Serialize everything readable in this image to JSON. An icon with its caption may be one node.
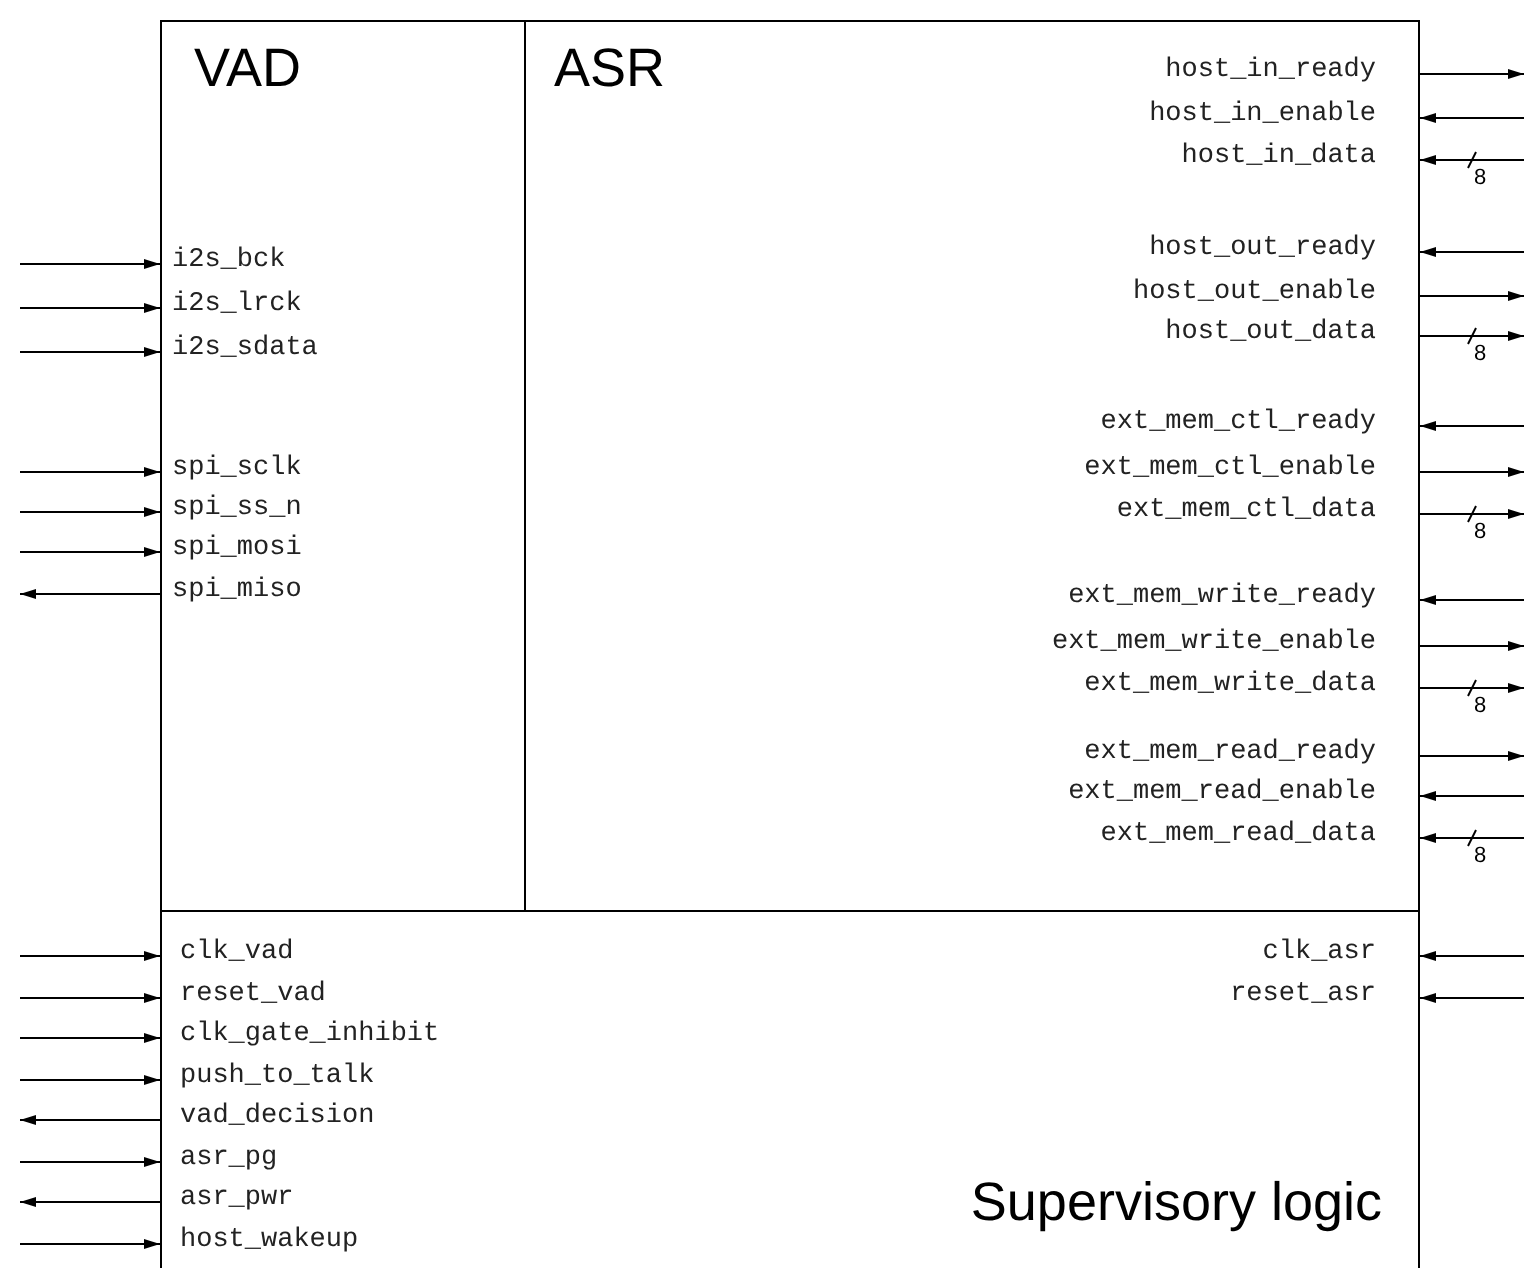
{
  "diagram": {
    "nodes": [
      {
        "text": [
          "VAD"
        ]
      },
      {
        "text": [
          "ASR"
        ]
      },
      {
        "text": [
          "Supervisory logic"
        ]
      }
    ],
    "edges": [
      {
        "from": null,
        "to": 0,
        "arrow": "to"
      },
      {
        "from": null,
        "to": 0,
        "arrow": "to"
      },
      {
        "from": null,
        "to": 0,
        "arrow": "to"
      },
      {
        "from": null,
        "to": 0,
        "arrow": "to"
      },
      {
        "from": null,
        "to": 0,
        "arrow": "to"
      },
      {
        "from": null,
        "to": 0,
        "arrow": "to"
      },
      {
        "from": 0,
        "to": null,
        "arrow": "to"
      },
      {
        "from": 1,
        "to": null,
        "arrow": "to"
      },
      {
        "from": null,
        "to": 1,
        "arrow": "to"
      },
      {
        "from": null,
        "to": 1,
        "arrow": "to",
        "label": "8"
      },
      {
        "from": null,
        "to": 1,
        "arrow": "to"
      },
      {
        "from": 1,
        "to": null,
        "arrow": "to"
      },
      {
        "from": 1,
        "to": null,
        "arrow": "to",
        "label": "8"
      },
      {
        "from": null,
        "to": 1,
        "arrow": "to"
      },
      {
        "from": 1,
        "to": null,
        "arrow": "to"
      },
      {
        "from": 1,
        "to": null,
        "arrow": "to",
        "label": "8"
      },
      {
        "from": null,
        "to": 1,
        "arrow": "to"
      },
      {
        "from": 1,
        "to": null,
        "arrow": "to"
      },
      {
        "from": 1,
        "to": null,
        "arrow": "to",
        "label": "8"
      },
      {
        "from": 1,
        "to": null,
        "arrow": "to"
      },
      {
        "from": null,
        "to": 1,
        "arrow": "to"
      },
      {
        "from": null,
        "to": 1,
        "arrow": "to",
        "label": "8"
      },
      {
        "from": null,
        "to": 2,
        "arrow": "to"
      },
      {
        "from": null,
        "to": 2,
        "arrow": "to"
      },
      {
        "from": null,
        "to": 2,
        "arrow": "to"
      },
      {
        "from": null,
        "to": 2,
        "arrow": "to"
      },
      {
        "from": 2,
        "to": null,
        "arrow": "to"
      },
      {
        "from": null,
        "to": 2,
        "arrow": "to"
      },
      {
        "from": 2,
        "to": null,
        "arrow": "to"
      },
      {
        "from": null,
        "to": 2,
        "arrow": "to"
      },
      {
        "from": null,
        "to": 2,
        "arrow": "to"
      },
      {
        "from": null,
        "to": 2,
        "arrow": "to"
      }
    ],
    "labels": [
      "i2s_bck",
      "i2s_lrck",
      "i2s_sdata",
      "spi_sclk",
      "spi_ss_n",
      "spi_mosi",
      "spi_miso",
      "host_in_ready",
      "host_in_enable",
      "host_in_data",
      "host_out_ready",
      "host_out_enable",
      "host_out_data",
      "ext_mem_ctl_ready",
      "ext_mem_ctl_enable",
      "ext_mem_ctl_data",
      "ext_mem_write_ready",
      "ext_mem_write_enable",
      "ext_mem_write_data",
      "ext_mem_read_ready",
      "ext_mem_read_enable",
      "ext_mem_read_data",
      "clk_vad",
      "reset_vad",
      "clk_gate_inhibit",
      "push_to_talk",
      "vad_decision",
      "asr_pg",
      "asr_pwr",
      "host_wakeup",
      "clk_asr",
      "reset_asr"
    ]
  }
}
